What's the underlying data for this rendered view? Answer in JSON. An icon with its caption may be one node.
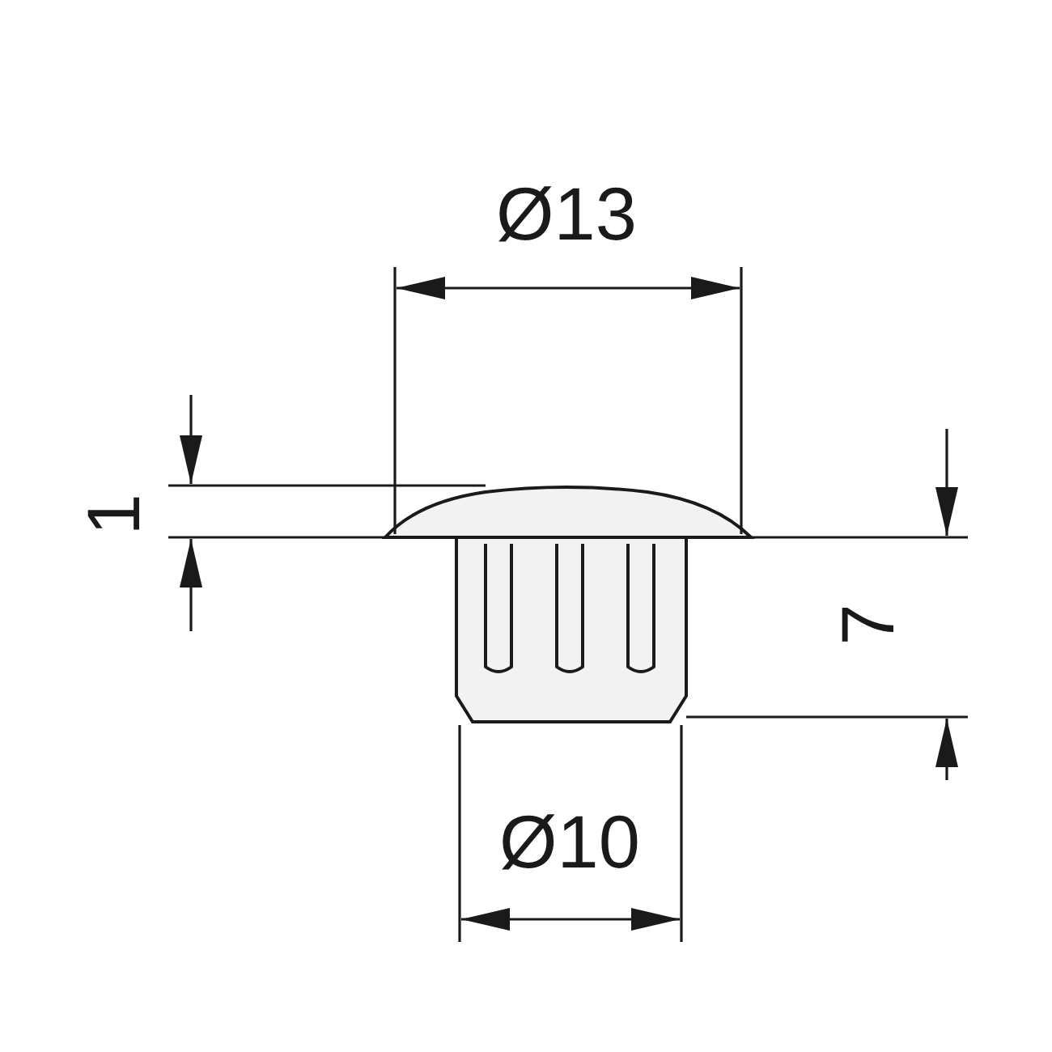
{
  "diagram": {
    "labels": [
      "Ø13",
      "1",
      "7",
      "Ø10"
    ]
  }
}
